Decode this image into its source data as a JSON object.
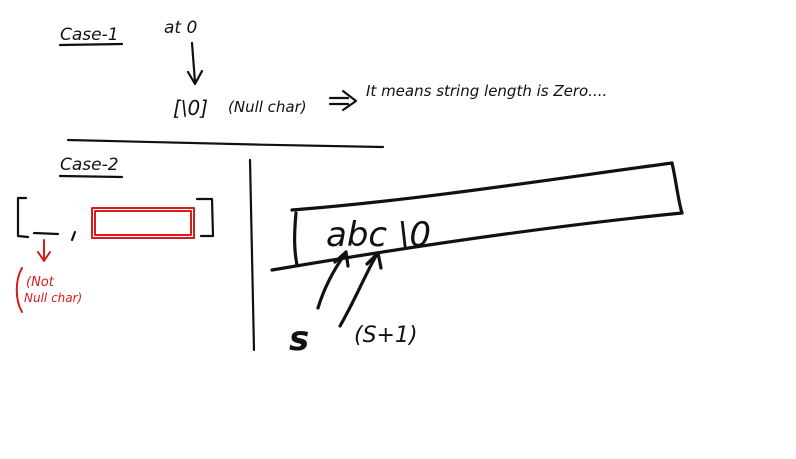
{
  "notes": {
    "case1": {
      "heading": "Case-1",
      "at_label": "at 0",
      "null_symbol": "[\\0]",
      "null_label": "(Null char)",
      "meaning": "It means string length is Zero...."
    },
    "case2": {
      "heading": "Case-2",
      "not_null_label_line1": "(Not",
      "not_null_label_line2": "Null char)",
      "string_chars": "abc \\0",
      "pointer_s": "s",
      "pointer_s_plus_1": "(S+1)"
    },
    "colors": {
      "ink": "#111111",
      "accent_red": "#d81b1b"
    }
  }
}
